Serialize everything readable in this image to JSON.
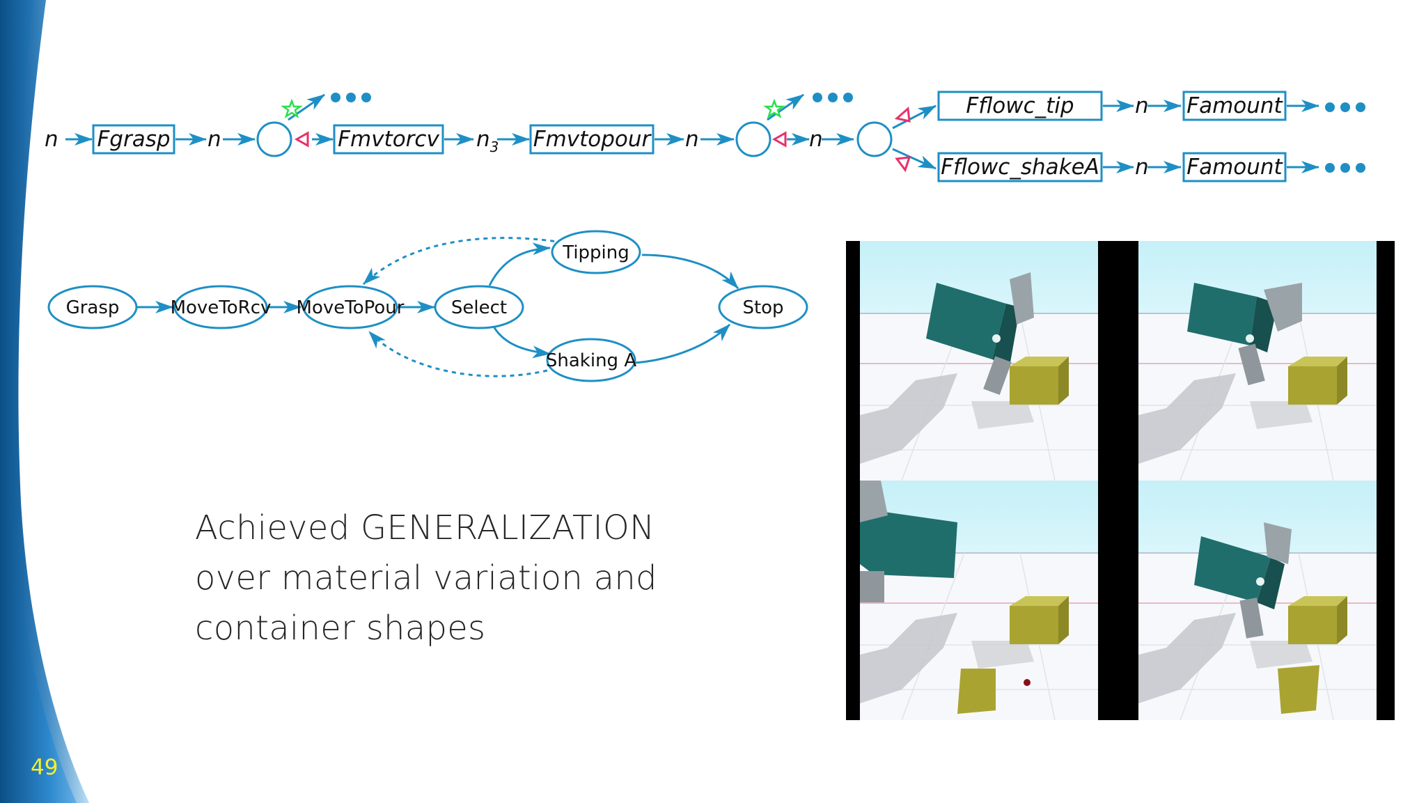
{
  "slide": {
    "number": "49",
    "body_lines": [
      "Achieved GENERALIZATION",
      "over material variation and",
      "container shapes"
    ]
  },
  "colors": {
    "flow_blue": "#1e8fc4",
    "box_border": "#1e8fc4",
    "star_green": "#28e04a",
    "triangle_pink": "#e8306a",
    "slide_number": "#f6ef2a",
    "band_dark": "#0b4f86",
    "band_light": "#3a98dc"
  },
  "petri_net": {
    "n_label": "n",
    "n3_base": "n",
    "n3_sub": "3",
    "boxes": {
      "fgrasp": "Fgrasp",
      "fmvtorcv": "Fmvtorcv",
      "fmvtopour": "Fmvtopour",
      "fflowc_tip": "Fflowc_tip",
      "fflowc_shakeA": "Fflowc_shakeA",
      "famount_1": "Famount",
      "famount_2": "Famount"
    },
    "continuation_icon": "ellipsis-dots",
    "star_icon": "star-outline",
    "triangle_icon": "triangle-outline"
  },
  "state_diagram": {
    "nodes": {
      "grasp": "Grasp",
      "move_to_rcv": "MoveToRcv",
      "move_to_pour": "MoveToPour",
      "select": "Select",
      "tipping": "Tipping",
      "shaking_a": "Shaking A",
      "stop": "Stop"
    }
  },
  "simulation": {
    "frames": 4
  }
}
